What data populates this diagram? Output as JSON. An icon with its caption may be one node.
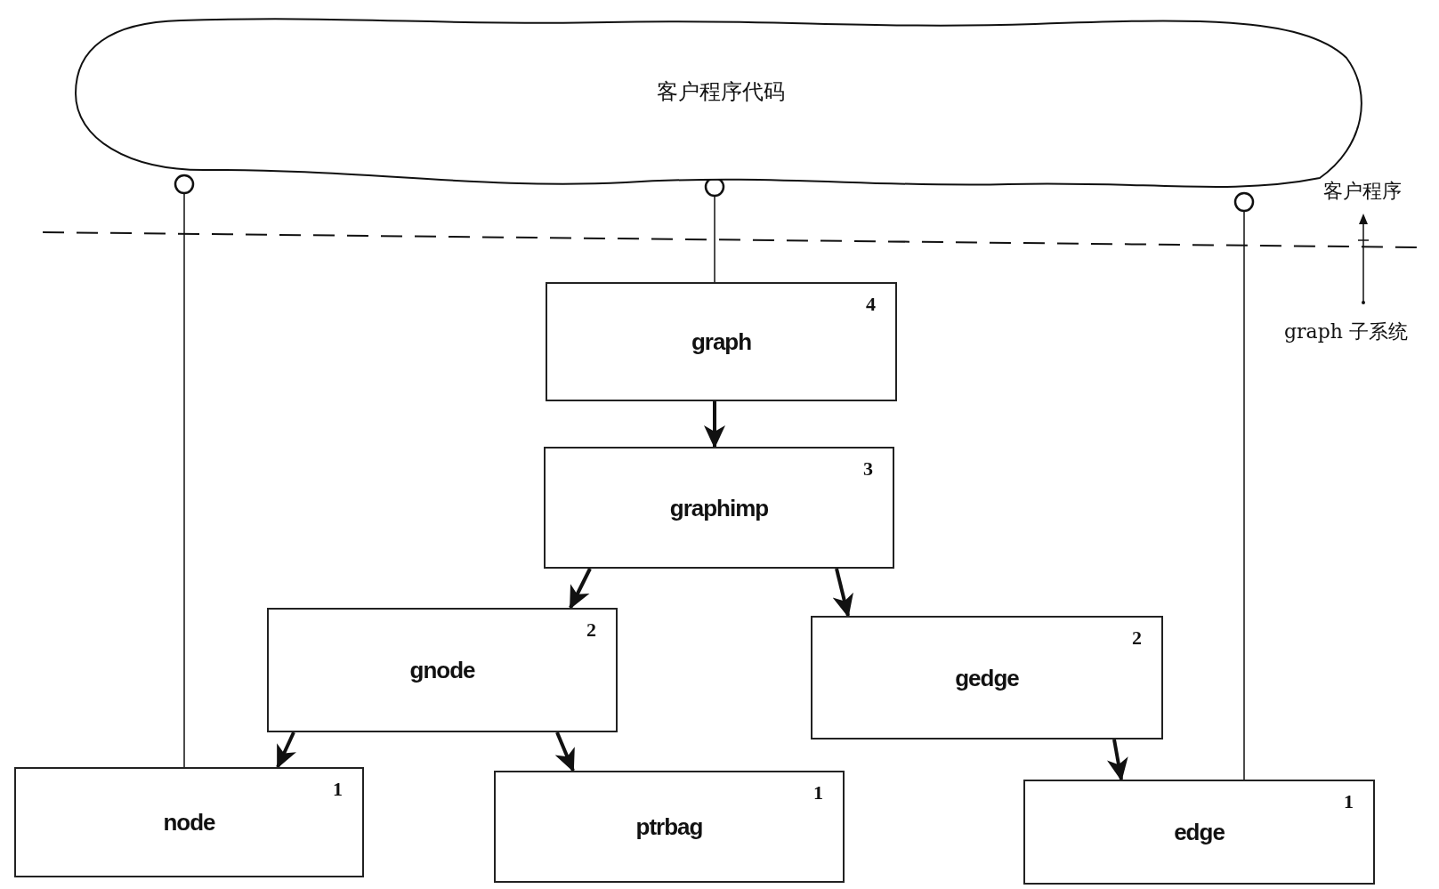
{
  "diagram": {
    "nodes": [
      {
        "text": [
          "客户程序代码"
        ]
      },
      {
        "text": [
          "graph",
          "4"
        ]
      },
      {
        "text": [
          "graphimp",
          "3"
        ]
      },
      {
        "text": [
          "gnode",
          "2"
        ]
      },
      {
        "text": [
          "gedge",
          "2"
        ]
      },
      {
        "text": [
          "node",
          "1"
        ]
      },
      {
        "text": [
          "ptrbag",
          "1"
        ]
      },
      {
        "text": [
          "edge",
          "1"
        ]
      }
    ],
    "edges": [
      {
        "from": 0,
        "to": 5,
        "arrow": "other"
      },
      {
        "from": 0,
        "to": 1,
        "arrow": "other"
      },
      {
        "from": 0,
        "to": 7,
        "arrow": "other"
      },
      {
        "from": 1,
        "to": 2,
        "arrow": "to"
      },
      {
        "from": 2,
        "to": 3,
        "arrow": "to"
      },
      {
        "from": 2,
        "to": 4,
        "arrow": "to"
      },
      {
        "from": 3,
        "to": 5,
        "arrow": "to"
      },
      {
        "from": 3,
        "to": 6,
        "arrow": "to"
      },
      {
        "from": 4,
        "to": 7,
        "arrow": "to"
      }
    ],
    "labels": [
      "客户程序",
      "graph 子系统"
    ]
  }
}
